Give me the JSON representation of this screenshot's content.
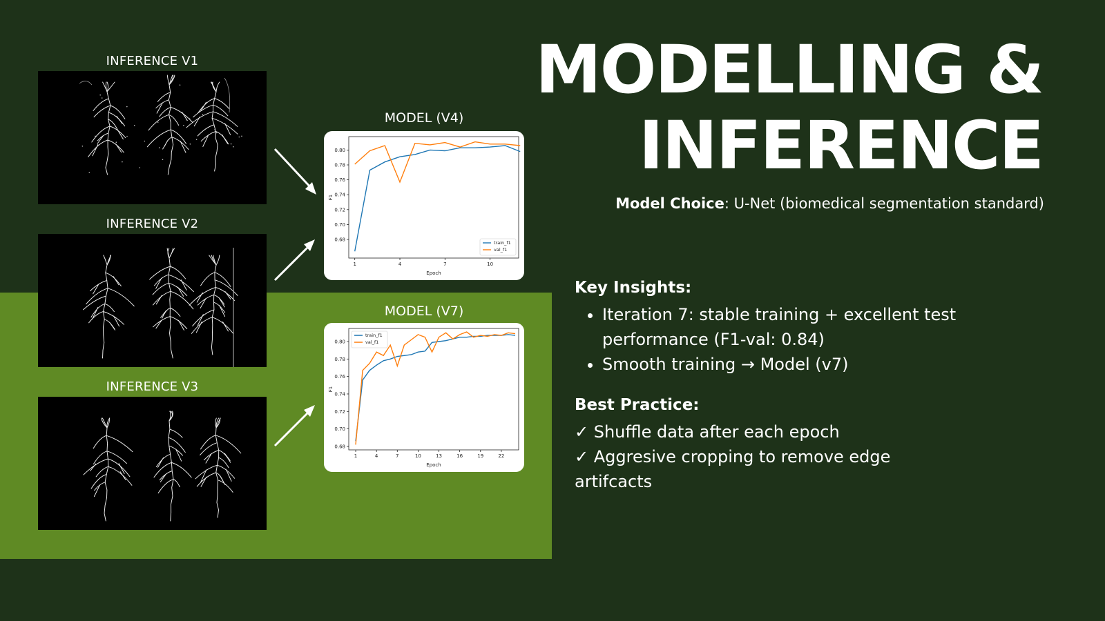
{
  "title": {
    "line1": "MODELLING &",
    "line2": "INFERENCE"
  },
  "model_choice": {
    "label": "Model Choice",
    "value": ": U-Net (biomedical segmentation standard)"
  },
  "inference_labels": [
    "INFERENCE V1",
    "INFERENCE V2",
    "INFERENCE V3"
  ],
  "model_labels": [
    "MODEL (V4)",
    "MODEL (V7)"
  ],
  "key_insights": {
    "heading": "Key Insights:",
    "items": [
      "Iteration 7: stable training + excellent test performance (F1-val: 0.84)",
      "Smooth training → Model (v7)"
    ]
  },
  "best_practice": {
    "heading": "Best Practice:",
    "items": [
      "✓ Shuffle data after each epoch",
      "✓ Aggresive cropping to remove edge artifcacts"
    ]
  },
  "colors": {
    "background": "#1e3219",
    "band": "#5f8a24",
    "train": "#1f77b4",
    "val": "#ff7f0e"
  },
  "chart_data": [
    {
      "type": "line",
      "xlabel": "Epoch",
      "ylabel": "F1",
      "xlim": [
        0.6,
        11.9
      ],
      "ylim": [
        0.655,
        0.818
      ],
      "xticks": [
        1,
        4,
        7,
        10
      ],
      "yticks": [
        0.68,
        0.7,
        0.72,
        0.74,
        0.76,
        0.78,
        0.8
      ],
      "legend": "bottom-right",
      "series": [
        {
          "name": "train_f1",
          "x": [
            1,
            2,
            3,
            4,
            5,
            6,
            7,
            8,
            9,
            10,
            11,
            12
          ],
          "values": [
            0.664,
            0.773,
            0.784,
            0.791,
            0.794,
            0.8,
            0.799,
            0.803,
            0.803,
            0.804,
            0.806,
            0.798
          ]
        },
        {
          "name": "val_f1",
          "x": [
            1,
            2,
            3,
            4,
            5,
            6,
            7,
            8,
            9,
            10,
            11,
            12
          ],
          "values": [
            0.781,
            0.799,
            0.806,
            0.757,
            0.809,
            0.807,
            0.81,
            0.804,
            0.811,
            0.808,
            0.808,
            0.806
          ]
        }
      ]
    },
    {
      "type": "line",
      "xlabel": "Epoch",
      "ylabel": "F1",
      "xlim": [
        0,
        24.5
      ],
      "ylim": [
        0.676,
        0.815
      ],
      "xticks": [
        1,
        4,
        7,
        10,
        13,
        16,
        19,
        22
      ],
      "yticks": [
        0.68,
        0.7,
        0.72,
        0.74,
        0.76,
        0.78,
        0.8
      ],
      "legend": "top-left",
      "series": [
        {
          "name": "train_f1",
          "x": [
            1,
            2,
            3,
            4,
            5,
            6,
            7,
            8,
            9,
            10,
            11,
            12,
            13,
            14,
            15,
            16,
            17,
            18,
            19,
            20,
            21,
            22,
            23,
            24
          ],
          "values": [
            0.686,
            0.756,
            0.767,
            0.773,
            0.778,
            0.78,
            0.783,
            0.784,
            0.785,
            0.788,
            0.789,
            0.799,
            0.8,
            0.801,
            0.803,
            0.805,
            0.805,
            0.806,
            0.806,
            0.807,
            0.807,
            0.807,
            0.808,
            0.807
          ]
        },
        {
          "name": "val_f1",
          "x": [
            1,
            2,
            3,
            4,
            5,
            6,
            7,
            8,
            9,
            10,
            11,
            12,
            13,
            14,
            15,
            16,
            17,
            18,
            19,
            20,
            21,
            22,
            23,
            24
          ],
          "values": [
            0.682,
            0.767,
            0.775,
            0.788,
            0.784,
            0.796,
            0.772,
            0.796,
            0.802,
            0.808,
            0.805,
            0.788,
            0.805,
            0.81,
            0.803,
            0.808,
            0.811,
            0.805,
            0.807,
            0.806,
            0.808,
            0.807,
            0.81,
            0.809
          ]
        }
      ]
    }
  ]
}
